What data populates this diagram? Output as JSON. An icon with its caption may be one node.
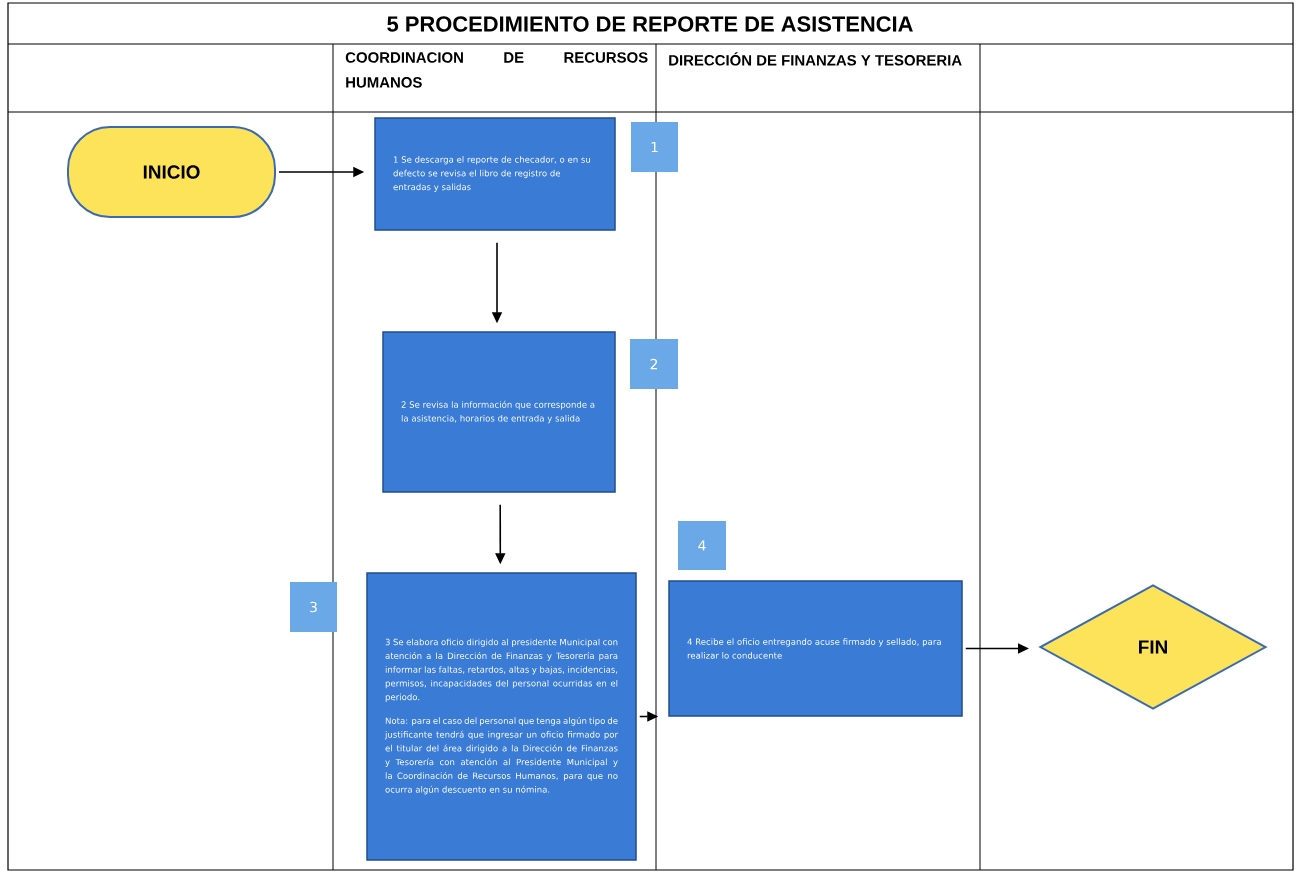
{
  "diagram": {
    "title": "5 PROCEDIMIENTO DE REPORTE DE ASISTENCIA",
    "nodes": [
      {
        "text": [
          "INICIO"
        ]
      },
      {
        "text": [
          "1 Se descarga el reporte de checador, o en su defecto se revisa el libro de registro de entradas y salidas"
        ]
      },
      {
        "text": [
          "1"
        ]
      },
      {
        "text": [
          "2 Se revisa la información que corresponde a la asistencia, horarios de entrada y salida"
        ]
      },
      {
        "text": [
          "2"
        ]
      },
      {
        "text": [
          "3"
        ]
      },
      {
        "text": [
          "3 Se elabora oficio dirigido al presidente Municipal con atención a la Dirección de Finanzas y Tesorería para informar las faltas, retardos, altas y bajas, incidencias, permisos, incapacidades del personal ocurridas en el periodo.",
          "Nota: para el caso del personal que tenga algún tipo de justificante tendrá que ingresar un oficio firmado por el titular del área dirigido a la Dirección de Finanzas y Tesorería con atención al Presidente Municipal y la Coordinación de Recursos Humanos, para que no ocurra algún descuento en su nómina."
        ]
      },
      {
        "text": [
          "4"
        ]
      },
      {
        "text": [
          "4 Recibe el oficio entregando acuse firmado y sellado, para realizar lo conducente"
        ]
      },
      {
        "text": [
          "FIN"
        ]
      }
    ],
    "edges": [
      {
        "from": 0,
        "to": 1,
        "arrow": "to"
      },
      {
        "from": 1,
        "to": 3,
        "arrow": "to"
      },
      {
        "from": 3,
        "to": 6,
        "arrow": "to"
      },
      {
        "from": 6,
        "to": 8,
        "arrow": "to"
      },
      {
        "from": 8,
        "to": 9,
        "arrow": "to"
      }
    ],
    "labels": [
      "COORDINACION DE RECURSOS HUMANOS",
      "DIRECCIÓN DE FINANZAS Y TESORERIA"
    ]
  }
}
